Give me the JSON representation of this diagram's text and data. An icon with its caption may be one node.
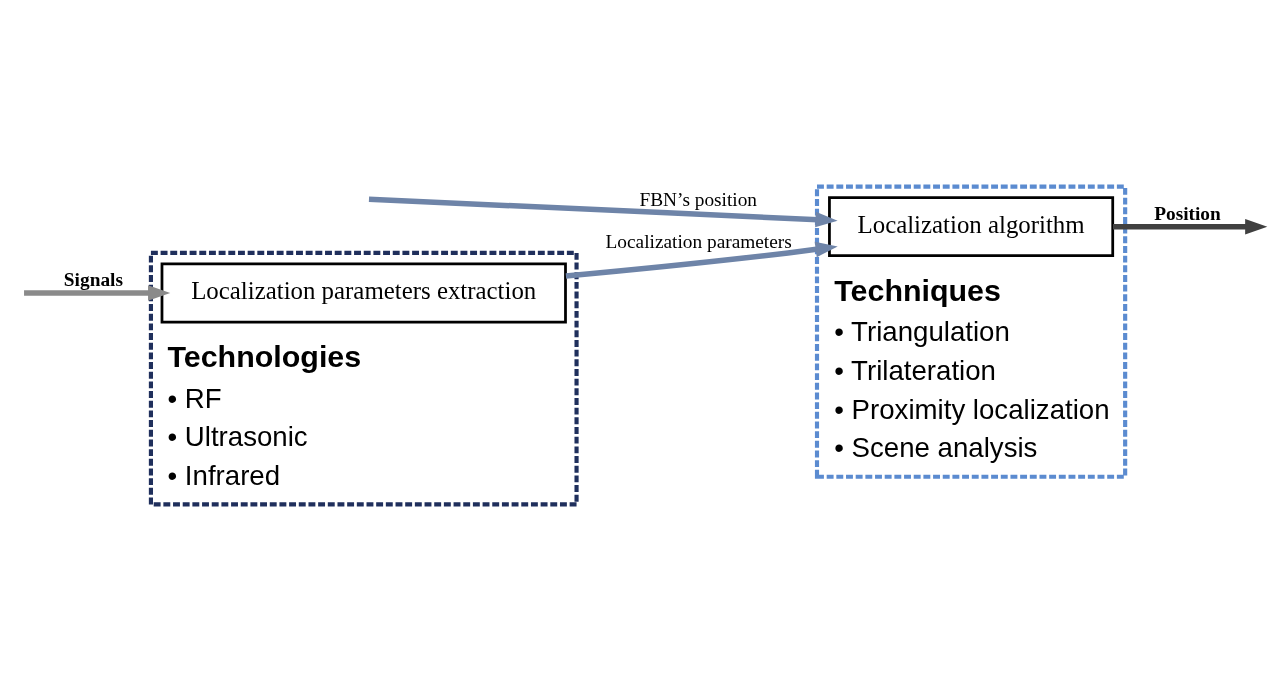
{
  "diagram": {
    "nodes": [
      {
        "text": [
          "Technologies",
          "• RF",
          "• Ultrasonic",
          "• Infrared"
        ]
      },
      {
        "text": [
          "Localization parameters extraction"
        ],
        "in": 0
      },
      {
        "text": [
          "Techniques",
          "• Triangulation",
          "• Trilateration",
          "• Proximity localization",
          "• Scene analysis"
        ]
      },
      {
        "text": [
          "Localization algorithm"
        ],
        "in": 2
      }
    ],
    "edges": [
      {
        "from": null,
        "to": 1,
        "arrow": "to",
        "label": "Signals",
        "color": "#8a8a8a"
      },
      {
        "from": 1,
        "to": 3,
        "arrow": "to",
        "label": "Localization parameters",
        "color": "#6e84a8"
      },
      {
        "from": null,
        "to": 3,
        "arrow": "to",
        "label": "FBN’s position",
        "color": "#6e84a8"
      },
      {
        "from": 3,
        "to": null,
        "arrow": "to",
        "label": "Position",
        "color": "#404040"
      }
    ]
  }
}
